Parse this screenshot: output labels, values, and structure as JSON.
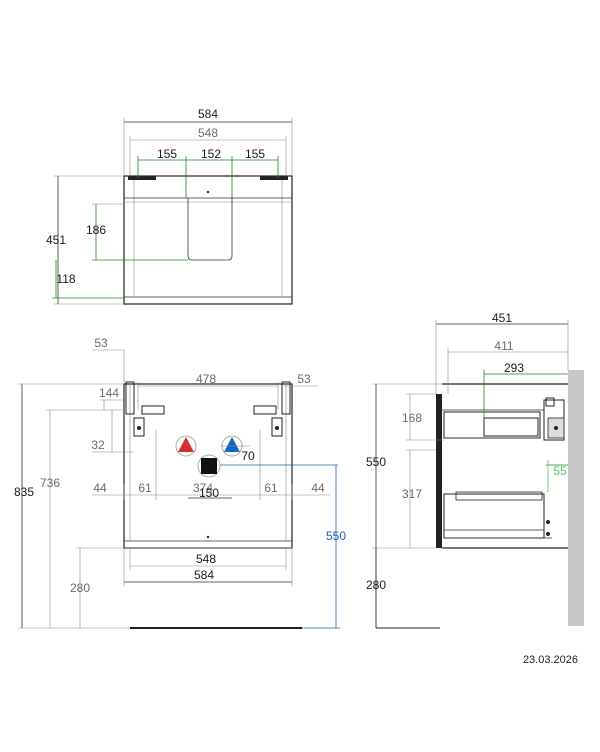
{
  "top_view": {
    "width_outer": "584",
    "width_inner": "548",
    "segments": [
      "155",
      "152",
      "155"
    ],
    "depth": "451",
    "dim_186": "186",
    "dim_118": "118"
  },
  "front_view": {
    "dim_53_left": "53",
    "dim_478": "478",
    "dim_53_right": "53",
    "dim_144": "144",
    "dim_32": "32",
    "dim_70": "70",
    "dim_835": "835",
    "dim_736": "736",
    "dim_44_left": "44",
    "dim_61_left": "61",
    "dim_374": "374",
    "dim_61_right": "61",
    "dim_44_right": "44",
    "dim_150": "150",
    "dim_550": "550",
    "dim_548": "548",
    "dim_584": "584",
    "dim_280": "280"
  },
  "side_view": {
    "dim_451": "451",
    "dim_411": "411",
    "dim_293": "293",
    "dim_168": "168",
    "dim_550": "550",
    "dim_317": "317",
    "dim_55": "55",
    "dim_280": "280"
  },
  "footer": {
    "date": "23.03.2026"
  },
  "colors": {
    "dimension": "#1a1a1a",
    "secondary": "#6b6b6b",
    "green": "#1a8a1a",
    "light_green": "#55c655",
    "blue": "#1f5fb0",
    "hot_water": "#d32f2f",
    "cold_water": "#1565c0",
    "wall": "#c8c8c8"
  }
}
